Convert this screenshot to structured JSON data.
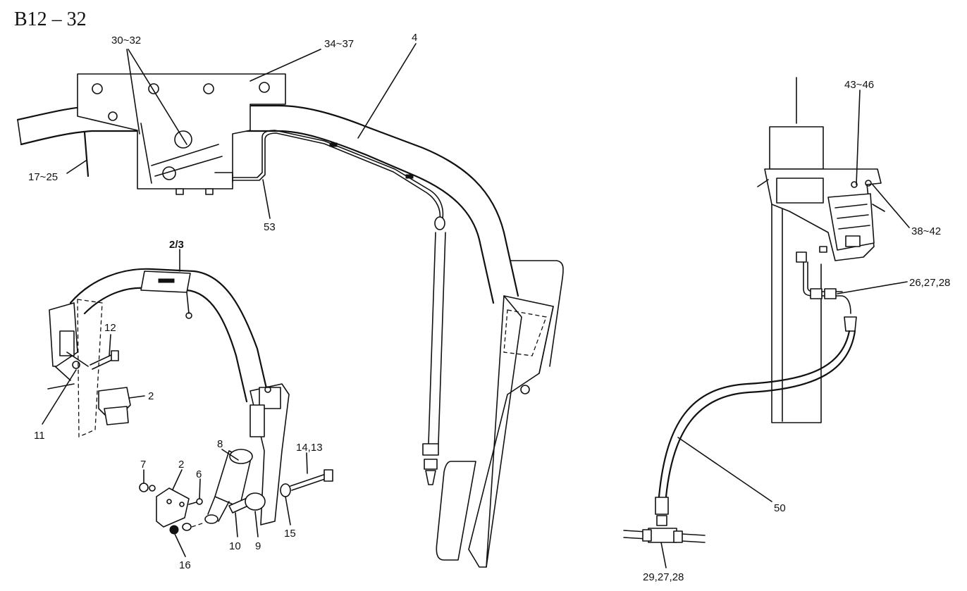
{
  "title": "B12 – 32",
  "callouts": {
    "c30_32": "30~32",
    "c34_37": "34~37",
    "c4": "4",
    "c17_25": "17~25",
    "c53": "53",
    "c2_3": "2/3",
    "c12": "12",
    "c2a": "2",
    "c11": "11",
    "c8": "8",
    "c7": "7",
    "c2b": "2",
    "c6": "6",
    "c14_13": "14,13",
    "c15": "15",
    "c10": "10",
    "c9": "9",
    "c16": "16",
    "c43_46": "43~46",
    "c38_42": "38~42",
    "c26_27_28": "26,27,28",
    "c50": "50",
    "c29_27_28": "29,27,28"
  }
}
